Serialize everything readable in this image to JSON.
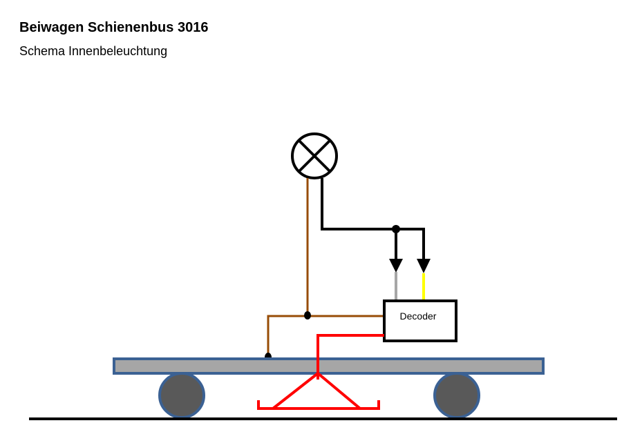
{
  "header": {
    "title": "Beiwagen Schienenbus 3016",
    "subtitle": "Schema Innenbeleuchtung"
  },
  "diagram": {
    "decoder_label": "Decoder",
    "colors": {
      "brown_wire": "#974c06",
      "black_wire": "#000000",
      "gray_wire": "#a6a6a6",
      "yellow_wire": "#ffff00",
      "red_wire": "#ff0000",
      "platform_fill": "#a6a6a6",
      "platform_stroke": "#3b6193",
      "wheel_fill": "#595959"
    }
  }
}
